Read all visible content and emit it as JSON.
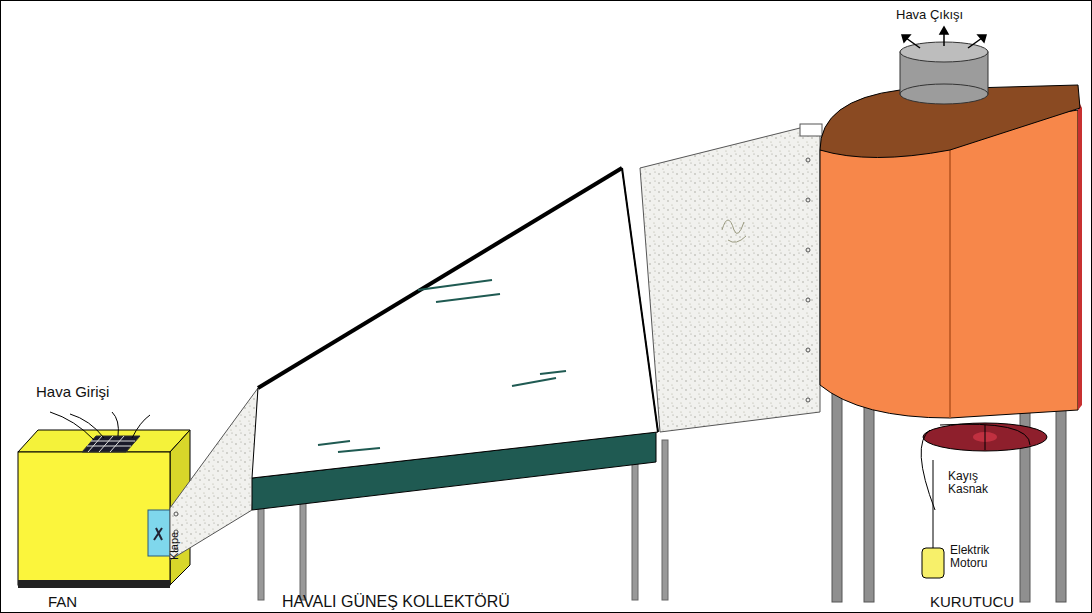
{
  "diagram": {
    "labels": [
      "Hava Girişi",
      "FAN",
      "Klape",
      "HAVALI GÜNEŞ KOLLEKTÖRÜ",
      "KURUTUCU",
      "Hava Çıkışı",
      "Kayış Kasnak",
      "Elektrik Motoru"
    ]
  }
}
